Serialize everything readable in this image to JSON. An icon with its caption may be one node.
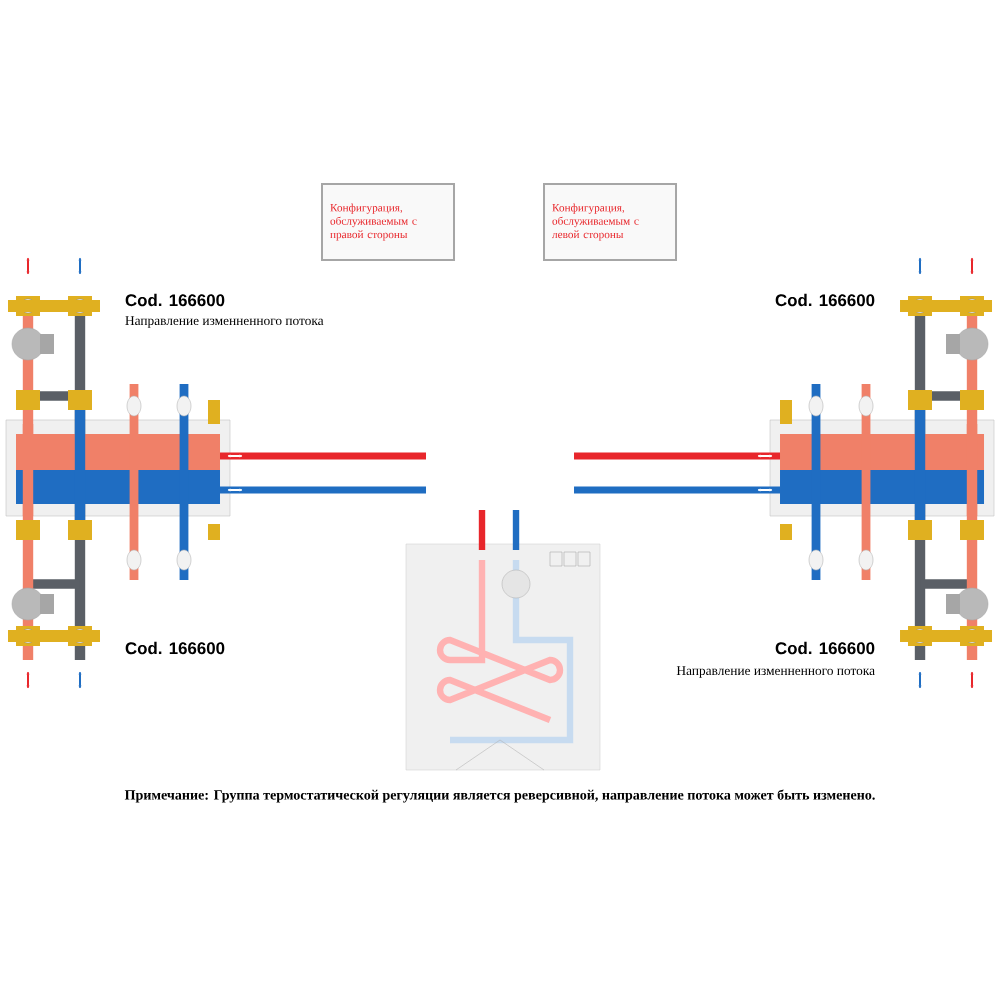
{
  "diagram": {
    "nodes": [
      {
        "text": [
          "Конфигурация, обслуживаемым с правой стороны"
        ]
      },
      {
        "text": [
          "Конфигурация, обслуживаемым с левой стороны"
        ]
      }
    ],
    "labels": [
      "Cod. 166600",
      "Направление изменненного потока",
      "Cod. 166600",
      "Cod. 166600",
      "Cod. 166600",
      "Направление изменненного потока",
      "Примечание: Группа термостатической регуляции является реверсивной, направление потока может быть изменено."
    ]
  }
}
